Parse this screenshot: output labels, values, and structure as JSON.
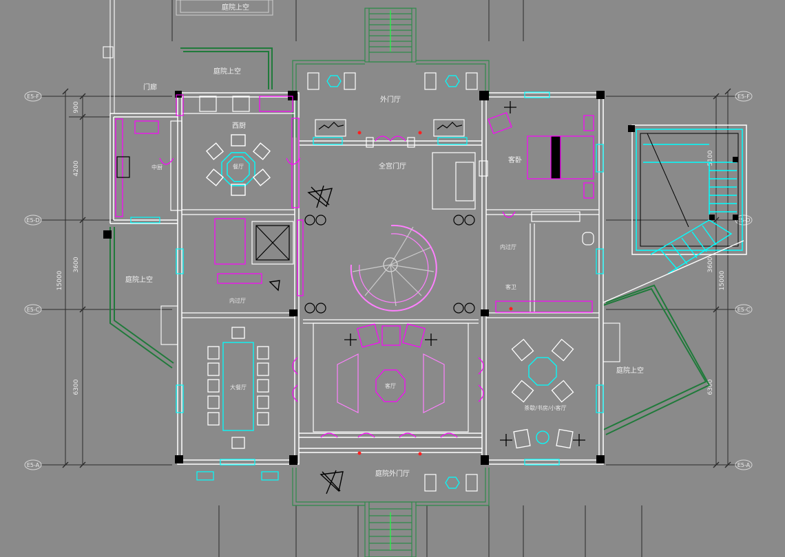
{
  "colors": {
    "background": "#8a8a8a",
    "wall": "#ffffff",
    "furniture_magenta": "#ff00ff",
    "furniture_cyan": "#00ffff",
    "landscape_green": "#1f7a3a",
    "column_black": "#000000",
    "dimension_line": "#2a2a2a",
    "marker_red": "#ff2020"
  },
  "rooms": {
    "courtyard_top": "庭院上空",
    "courtyard_upper_left": "庭院上空",
    "porch": "门廊",
    "outer_foyer": "外门厅",
    "dining_room": "西厨",
    "dining": "餐厅",
    "kitchen": "中厨",
    "hall_entrance": "全宫门厅",
    "guest_room": "客卧",
    "courtyard_left": "庭院上空",
    "inner_foyer": "内过厅",
    "inner_foyer_right": "内过厅",
    "bath": "客卫",
    "banquet": "大餐厅",
    "living_room": "客厅",
    "tea_room": "茶歇/书房/小客厅",
    "courtyard_right": "庭院上空",
    "garden_foyer": "庭院外门厅"
  },
  "axes_left": [
    "E5-F",
    "E5-D",
    "E5-C",
    "E5-A"
  ],
  "axes_right": [
    "E5-F",
    "E5-D",
    "E5-C",
    "E5-A"
  ],
  "dimensions_left": {
    "total": "15000",
    "segments": [
      "900",
      "4200",
      "3600",
      "6300"
    ]
  },
  "dimensions_right": {
    "total": "15000",
    "segments": [
      "5100",
      "3600",
      "6300"
    ]
  }
}
